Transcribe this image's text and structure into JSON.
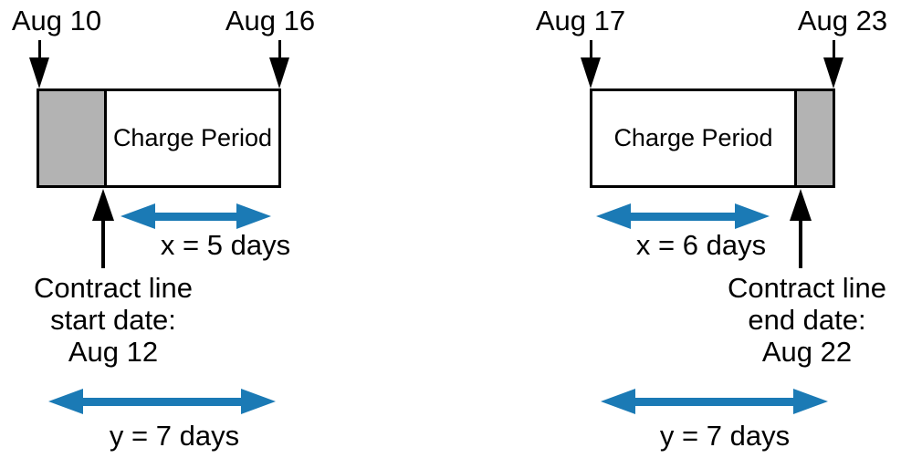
{
  "colors": {
    "arrow_blue": "#1b7ab5",
    "shaded_gray": "#b3b3b3"
  },
  "diagrams": [
    {
      "period_start_label": "Aug 10",
      "period_end_label": "Aug 16",
      "box_label": "Charge Period",
      "x_span_label": "x = 5 days",
      "contract_note_line1": "Contract line",
      "contract_note_line2": "start date:",
      "contract_note_line3": "Aug 12",
      "y_span_label": "y = 7 days"
    },
    {
      "period_start_label": "Aug 17",
      "period_end_label": "Aug 23",
      "box_label": "Charge Period",
      "x_span_label": "x = 6 days",
      "contract_note_line1": "Contract line",
      "contract_note_line2": "end date:",
      "contract_note_line3": "Aug 22",
      "y_span_label": "y = 7 days"
    }
  ]
}
